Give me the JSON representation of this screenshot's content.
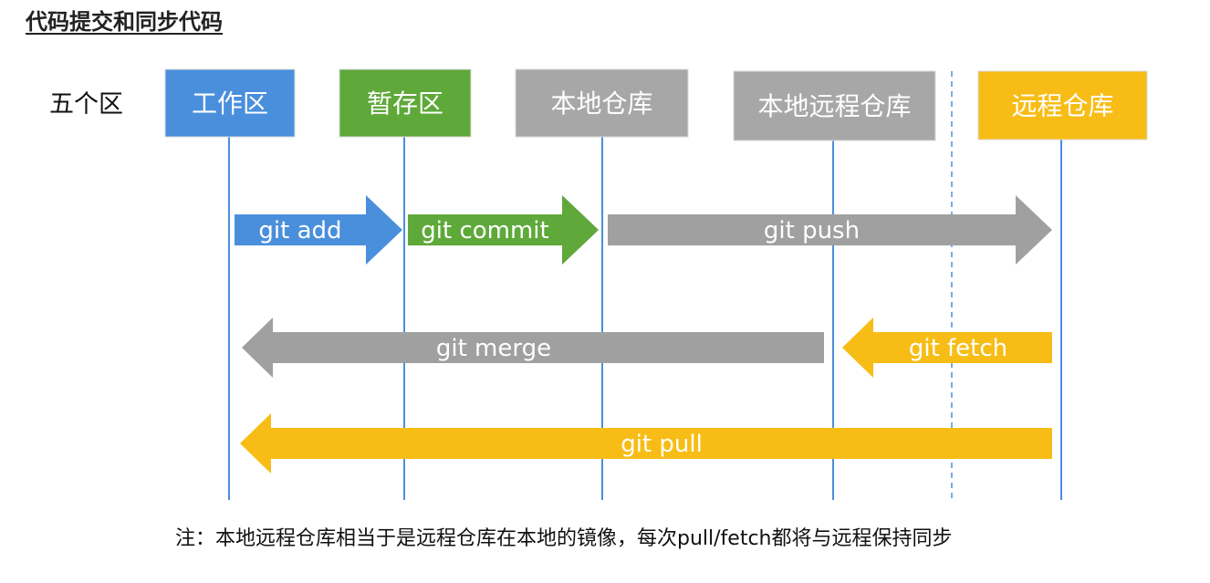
{
  "title": "代码提交和同步代码",
  "row_label": "五个区",
  "zones": [
    {
      "id": "workspace",
      "label": "工作区",
      "color": "#4a8fdc"
    },
    {
      "id": "staging",
      "label": "暂存区",
      "color": "#5fa83a"
    },
    {
      "id": "local-repo",
      "label": "本地仓库",
      "color": "#a7a7a7"
    },
    {
      "id": "local-remote-repo",
      "label": "本地远程仓库",
      "color": "#a7a7a7"
    },
    {
      "id": "remote-repo",
      "label": "远程仓库",
      "color": "#f7bd16"
    }
  ],
  "arrows": [
    {
      "id": "git-add",
      "label": "git add",
      "from": "workspace",
      "to": "staging",
      "color": "#4a8fdc"
    },
    {
      "id": "git-commit",
      "label": "git commit",
      "from": "staging",
      "to": "local-repo",
      "color": "#5fa83a"
    },
    {
      "id": "git-push",
      "label": "git push",
      "from": "local-repo",
      "to": "remote-repo",
      "color": "#a0a0a0"
    },
    {
      "id": "git-merge",
      "label": "git merge",
      "from": "local-remote-repo",
      "to": "workspace",
      "color": "#a0a0a0"
    },
    {
      "id": "git-fetch",
      "label": "git fetch",
      "from": "remote-repo",
      "to": "local-remote-repo",
      "color": "#f7bd16"
    },
    {
      "id": "git-pull",
      "label": "git pull",
      "from": "remote-repo",
      "to": "workspace",
      "color": "#f7bd16"
    }
  ],
  "note": "注：本地远程仓库相当于是远程仓库在本地的镜像，每次pull/fetch都将与远程保持同步"
}
